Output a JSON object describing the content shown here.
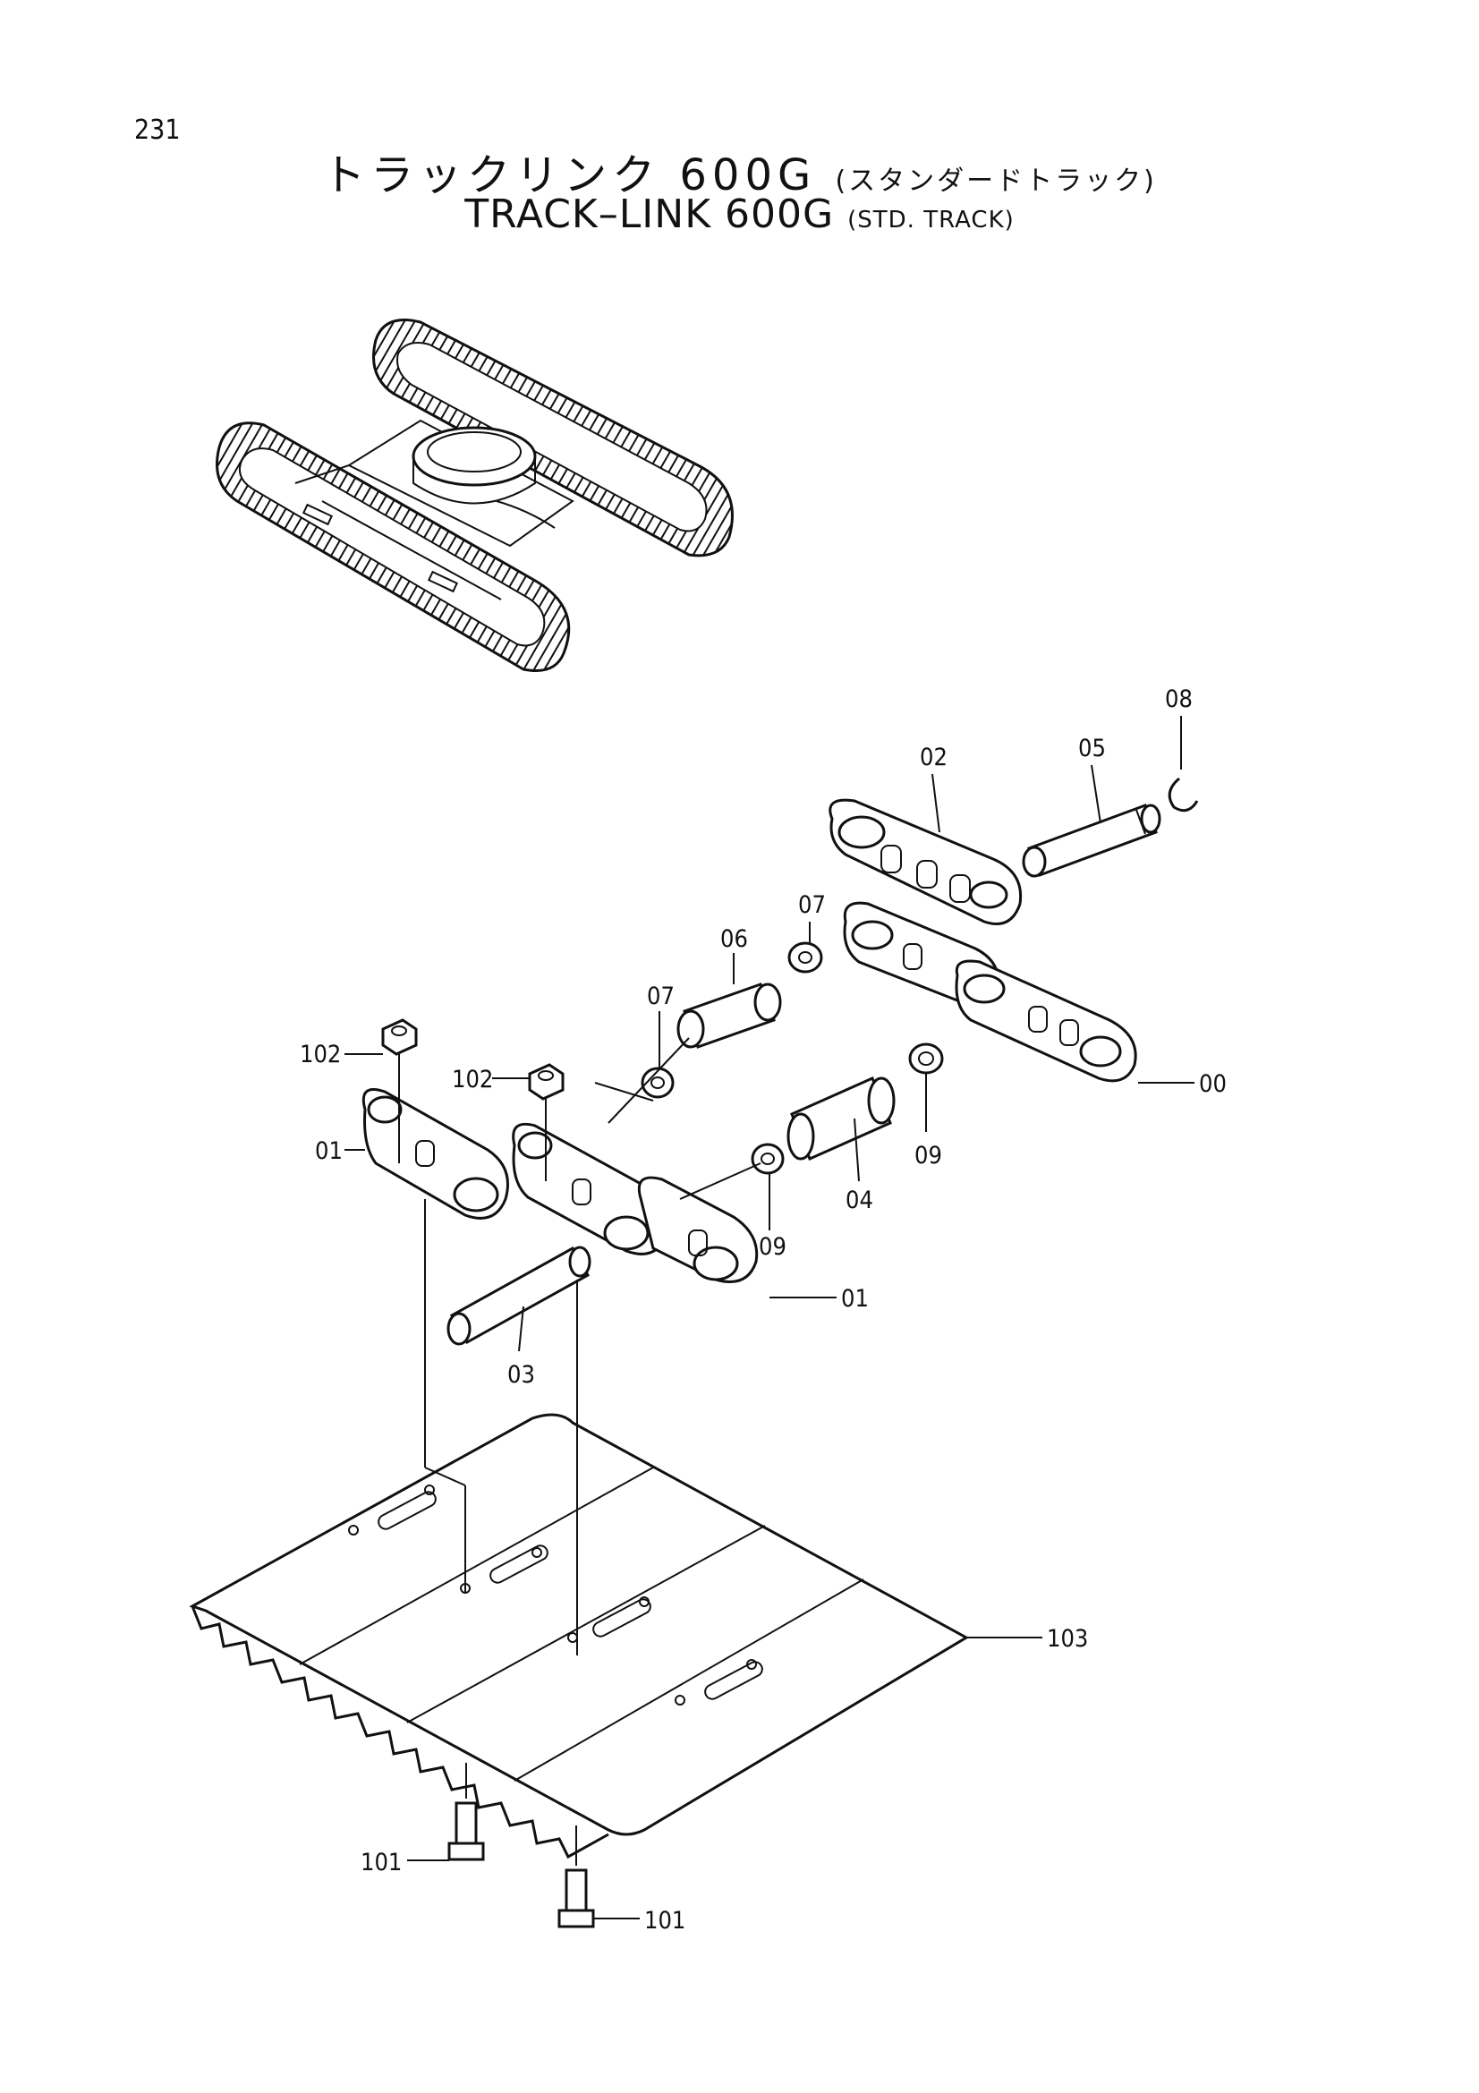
{
  "page_number": "231",
  "title_jp": "トラックリンク 600G",
  "title_jp_sub": "(スタンダードトラック)",
  "title_en": "TRACK–LINK 600G",
  "title_en_sub": "(STD. TRACK)",
  "callouts": {
    "c08": "08",
    "c02": "02",
    "c05": "05",
    "c07a": "07",
    "c06": "06",
    "c07b": "07",
    "c102a": "102",
    "c102b": "102",
    "c00": "00",
    "c01a": "01",
    "c09a": "09",
    "c04": "04",
    "c09b": "09",
    "c01b": "01",
    "c03": "03",
    "c103": "103",
    "c101a": "101",
    "c101b": "101"
  }
}
